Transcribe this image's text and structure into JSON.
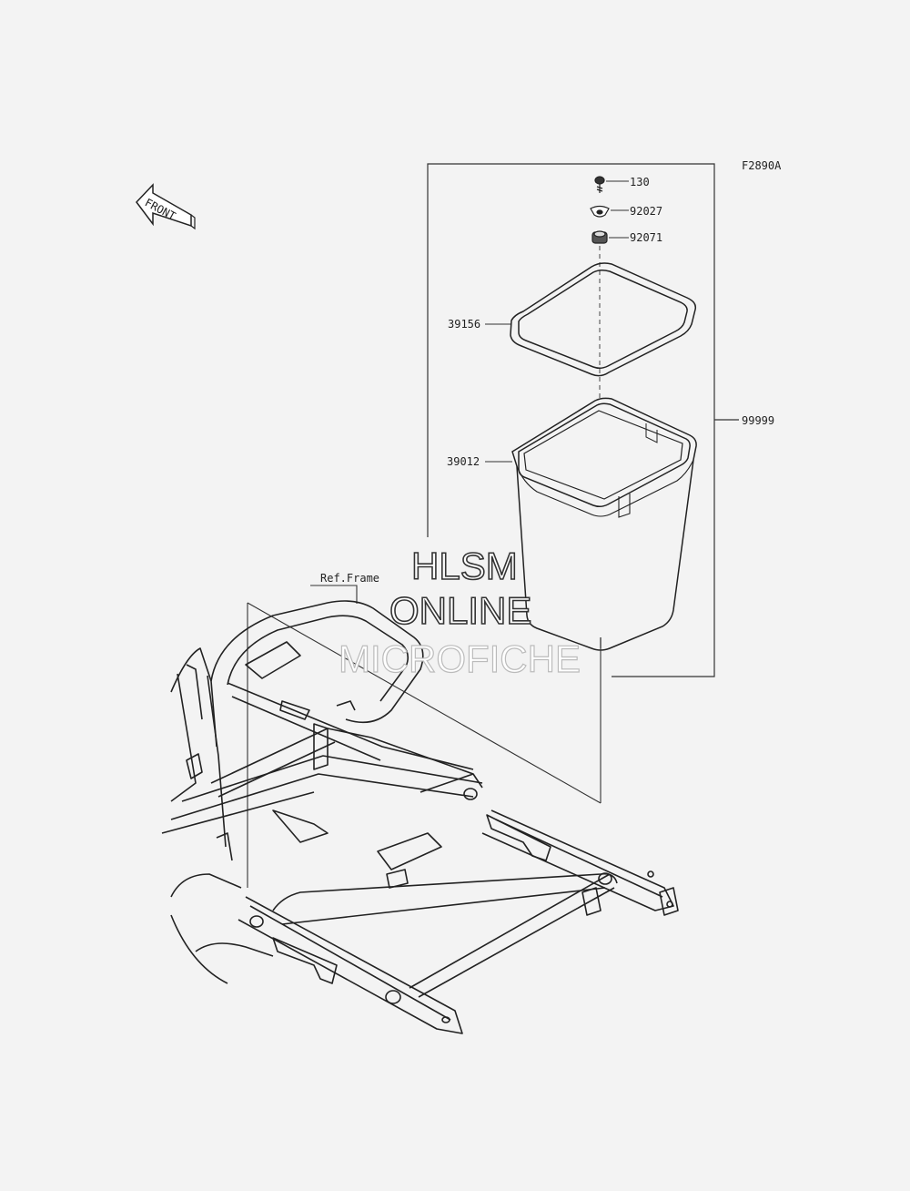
{
  "diagram_code": "F2890A",
  "front_label": "FRONT",
  "ref_label": "Ref.Frame",
  "parts": {
    "bolt": "130",
    "washer": "92027",
    "grommet": "92071",
    "seal": "39156",
    "box": "39012",
    "assembly": "99999"
  },
  "watermark": {
    "line1": "HLSM",
    "line2": "ONLINE",
    "line3": "MICROFICHE"
  }
}
